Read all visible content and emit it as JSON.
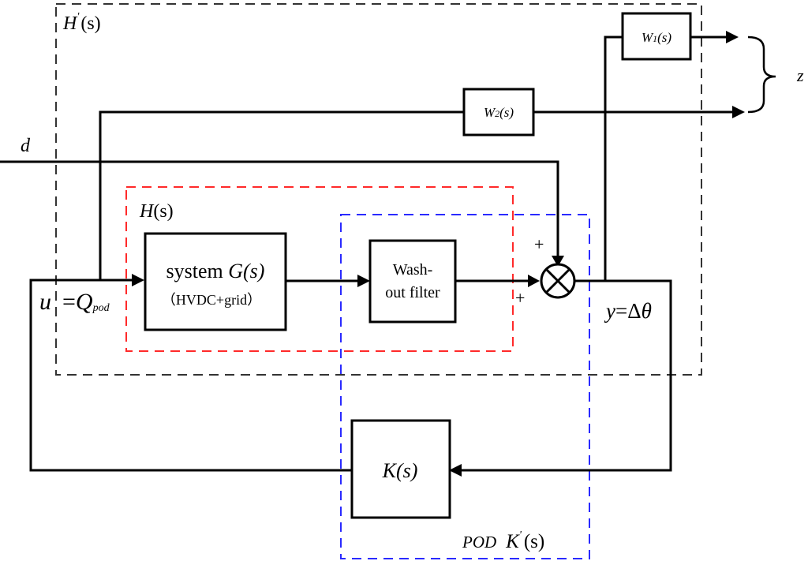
{
  "labels": {
    "h_prime": {
      "main": "H",
      "prime": "'",
      "arg": "(s)"
    },
    "h": {
      "main": "H",
      "arg": "(s)"
    },
    "pod": {
      "prefix": "POD",
      "main": "K",
      "prime": "'",
      "arg": "(s)"
    },
    "d": "d",
    "z": "z",
    "u": {
      "var": "u",
      "eq": "=",
      "q": "Q",
      "sub": "pod"
    },
    "y": {
      "var": "y",
      "eq": "=",
      "delta": "Δ",
      "theta": "θ"
    },
    "plus_top": "+",
    "plus_left": "+"
  },
  "blocks": {
    "w1": {
      "name": "W",
      "sub": "1",
      "arg": "(s)"
    },
    "w2": {
      "name": "W",
      "sub": "2",
      "arg": "(s)"
    },
    "system": {
      "line1_prefix": "system ",
      "line1_func": "G(s)",
      "line2": "（HVDC+grid）"
    },
    "washout": {
      "line1": "Wash-",
      "line2": "out filter"
    },
    "k": {
      "label": "K(s)"
    }
  },
  "colors": {
    "outer_box": "#333333",
    "h_box": "#ff2a2a",
    "pod_box": "#2a2aff"
  }
}
